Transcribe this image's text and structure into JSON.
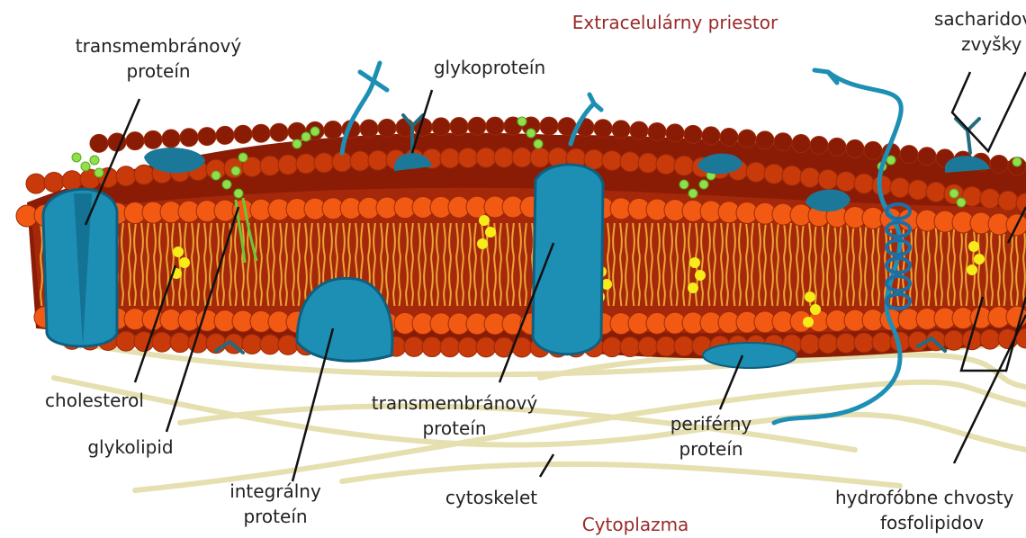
{
  "regions": {
    "extracellular": "Extracelulárny priestor",
    "cytoplasm": "Cytoplazma"
  },
  "labels": {
    "transmembrane_top_1": "transmembránový",
    "transmembrane_top_2": "proteín",
    "glycoprotein": "glykoproteín",
    "carbohydrate_1": "sacharidové",
    "carbohydrate_2": "zvyšky",
    "cholesterol": "cholesterol",
    "glycolipid": "glykolipid",
    "transmembrane_mid_1": "transmembránový",
    "transmembrane_mid_2": "proteín",
    "peripheral_1": "periférny",
    "peripheral_2": "proteín",
    "integral_1": "integrálny",
    "integral_2": "proteín",
    "cytoskeleton": "cytoskelet",
    "hydrophobic_1": "hydrofóbne chvosty",
    "hydrophobic_2": "fosfolipidov"
  },
  "colors": {
    "head_dark": "#8a1c06",
    "head_mid": "#c93a0b",
    "head_light": "#f25a14",
    "tail": "#f2b23a",
    "protein": "#1d8fb5",
    "protein_dark": "#0f5f7e",
    "cholesterol": "#f5ec1a",
    "glycolipid": "#8fe04a",
    "fiber": "#efe9c2",
    "region_text": "#9a2a2a"
  }
}
